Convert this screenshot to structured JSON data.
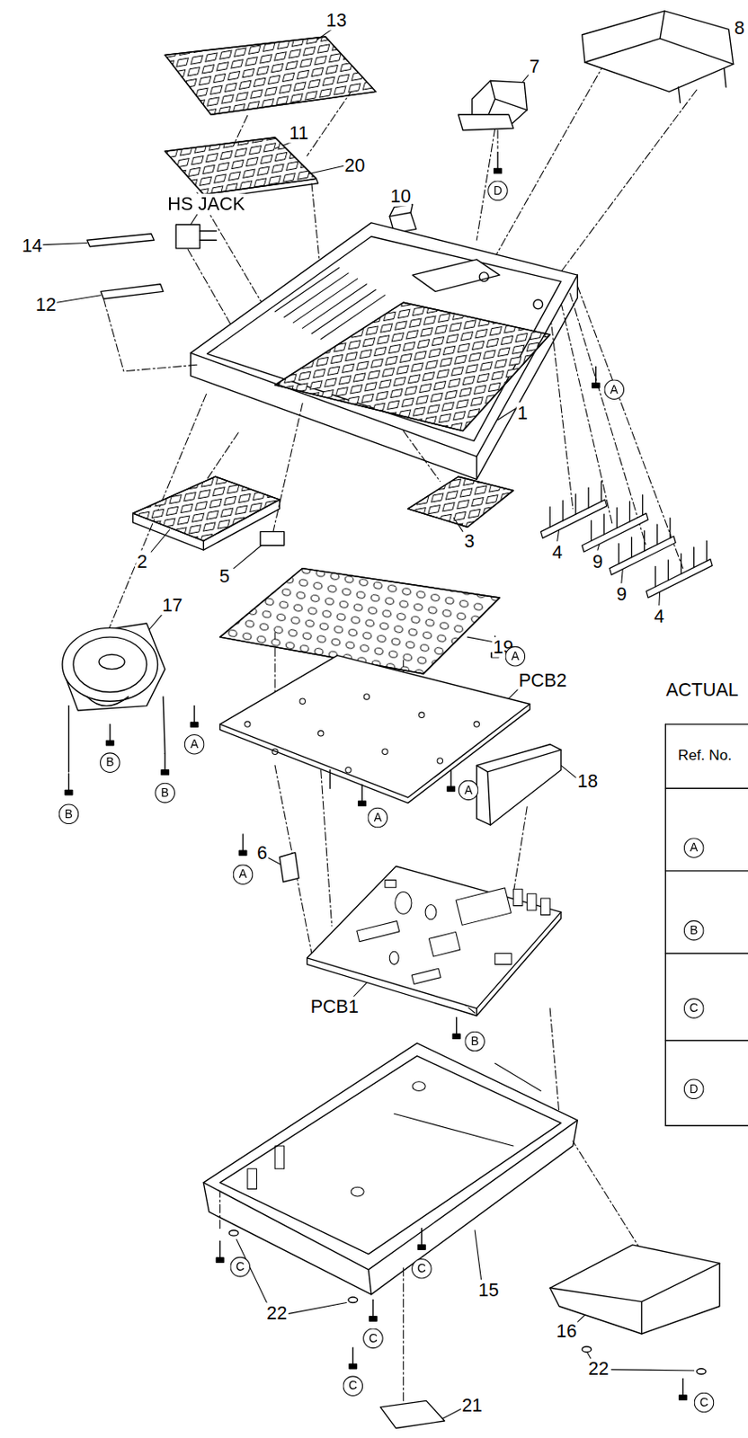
{
  "diagram": {
    "labels": [
      "13",
      "8",
      "7",
      "11",
      "20",
      "10",
      "D",
      "HS JACK",
      "14",
      "12",
      "A",
      "1",
      "2",
      "5",
      "3",
      "4",
      "9",
      "9",
      "4",
      "17",
      "19",
      "A",
      "PCB2",
      "ACTUAL",
      "Ref. No.",
      "A",
      "B",
      "B",
      "B",
      "A",
      "A",
      "18",
      "A",
      "A",
      "6",
      "B",
      "PCB1",
      "C",
      "B",
      "D",
      "C",
      "15",
      "C",
      "22",
      "16",
      "C",
      "22",
      "C",
      "C",
      "21"
    ]
  }
}
